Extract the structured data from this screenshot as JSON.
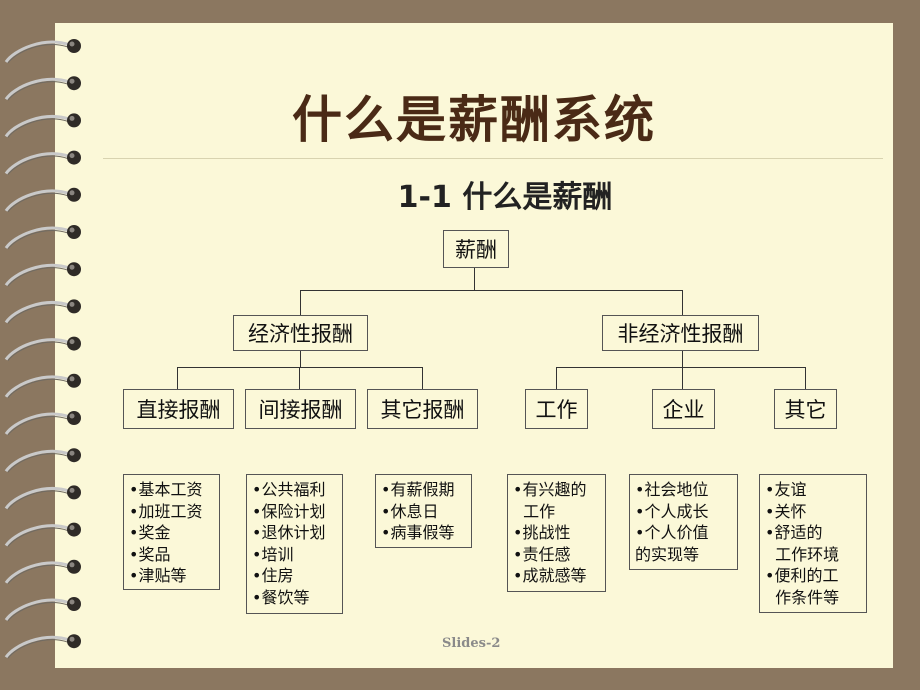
{
  "slide": {
    "title": "什么是薪酬系统",
    "subtitle": "1-1  什么是薪酬",
    "footer": "Slides-2"
  },
  "diagram": {
    "root": "薪酬",
    "level1": [
      "经济性报酬",
      "非经济性报酬"
    ],
    "level2": [
      "直接报酬",
      "间接报酬",
      "其它报酬",
      "工作",
      "企业",
      "其它"
    ],
    "leaves": [
      [
        "•基本工资",
        "•加班工资",
        "•奖金",
        "•奖品",
        "•津贴等"
      ],
      [
        "•公共福利",
        "•保险计划",
        "•退休计划",
        "•培训",
        "•住房",
        "•餐饮等"
      ],
      [
        "•有薪假期",
        "•休息日",
        "•病事假等"
      ],
      [
        "•有兴趣的",
        "  工作",
        "•挑战性",
        "•责任感",
        "•成就感等"
      ],
      [
        "•社会地位",
        "•个人成长",
        "•个人价值",
        "的实现等"
      ],
      [
        "•友谊",
        "•关怀",
        "•舒适的",
        "  工作环境",
        "•便利的工",
        "  作条件等"
      ]
    ]
  },
  "colors": {
    "background": "#8b7760",
    "paper": "#fbf8d8",
    "title": "#4a2a16"
  }
}
